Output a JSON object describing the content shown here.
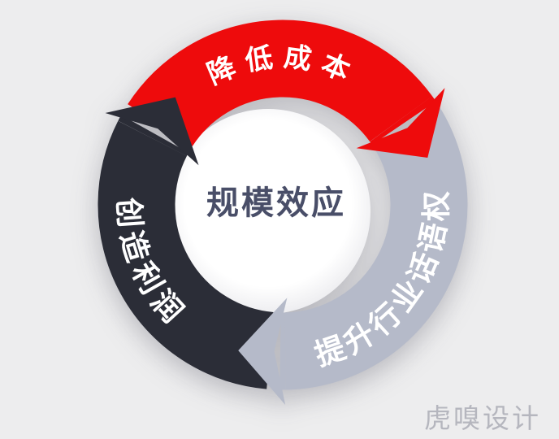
{
  "diagram": {
    "title": "cycle-diagram",
    "center_label": "规模效应",
    "center_label_color": "#494e68",
    "background_color": "#ededee",
    "label_text_color": "#ffffff",
    "arrows": [
      {
        "name": "reduce-cost",
        "label": "降低成本",
        "color": "#ee0b0c",
        "position": "top",
        "direction": "clockwise"
      },
      {
        "name": "industry-voice",
        "label": "提升行业话语权",
        "color": "#b5bac9",
        "position": "right",
        "direction": "clockwise"
      },
      {
        "name": "create-profit",
        "label": "创造利润",
        "color": "#2b2d37",
        "position": "left",
        "direction": "clockwise"
      }
    ]
  },
  "watermark": {
    "text": "虎嗅设计",
    "color": "#b5b6be"
  }
}
